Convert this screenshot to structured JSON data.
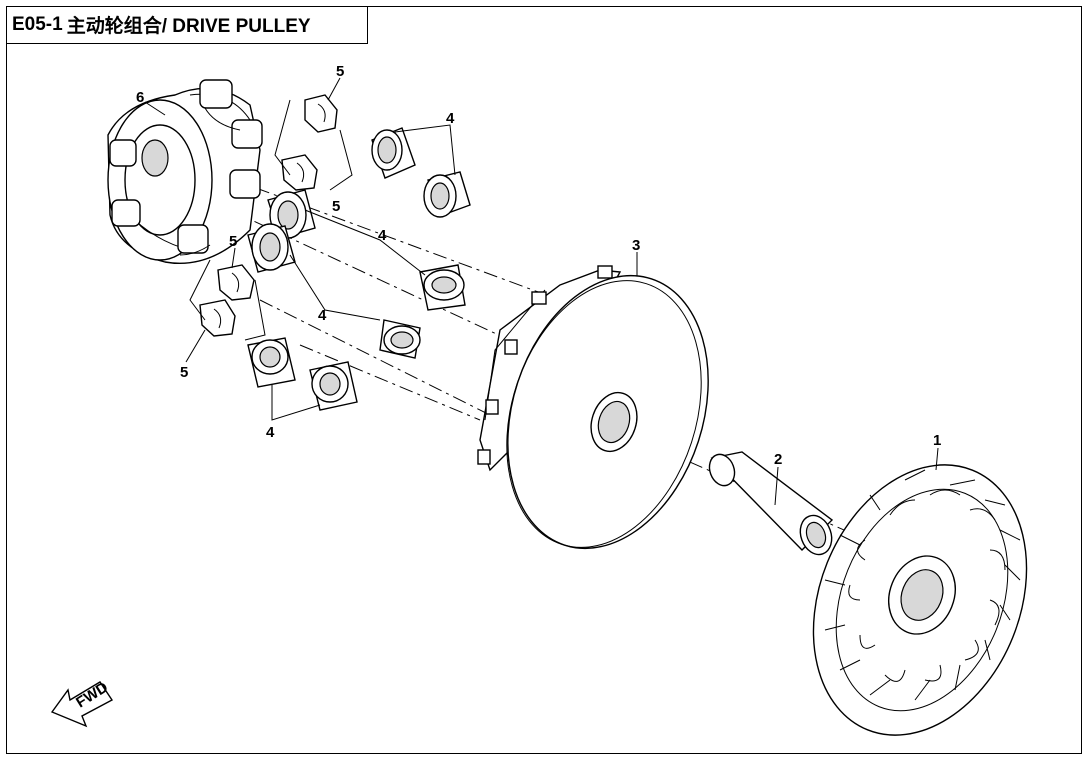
{
  "title": {
    "code": "E05-1",
    "text": "主动轮组合/ DRIVE PULLEY"
  },
  "callouts": {
    "c1": "1",
    "c2": "2",
    "c3": "3",
    "c4a": "4",
    "c4b": "4",
    "c4c": "4",
    "c4d": "4",
    "c5a": "5",
    "c5b": "5",
    "c5c": "5",
    "c5d": "5",
    "c6": "6"
  },
  "fwd": {
    "label": "FWD"
  }
}
